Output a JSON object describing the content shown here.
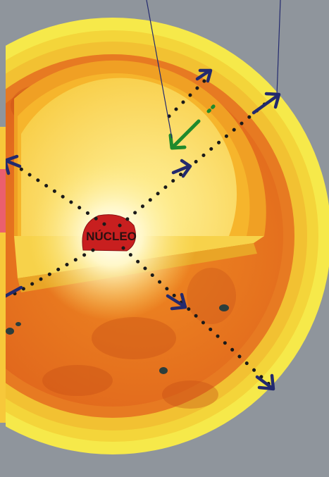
{
  "diagram": {
    "nucleus_label": "NÚCLEO",
    "top_caption_fragment": "",
    "colors": {
      "background": "#8f959c",
      "corona_outer": "#f6e94a",
      "corona_inner": "#f2d23a",
      "convective_zone": "#e0691e",
      "radiative_zone": "#f0a024",
      "interior_light": "#fde36a",
      "nucleus": "#c81f1f",
      "arrow_outward": "#232a6e",
      "arrow_inward": "#1f8a2c",
      "dotted_path": "#1a1a1a",
      "sunspot": "#2c3e3c"
    },
    "arrows": [
      {
        "name": "outward-arrow-upper-right",
        "direction": "outward"
      },
      {
        "name": "outward-arrow-left",
        "direction": "outward"
      },
      {
        "name": "outward-arrow-lower-right",
        "direction": "outward"
      },
      {
        "name": "outward-arrow-lower-left",
        "direction": "outward"
      },
      {
        "name": "inward-arrow-green",
        "direction": "inward"
      },
      {
        "name": "outward-arrow-top-short",
        "direction": "outward"
      }
    ]
  }
}
